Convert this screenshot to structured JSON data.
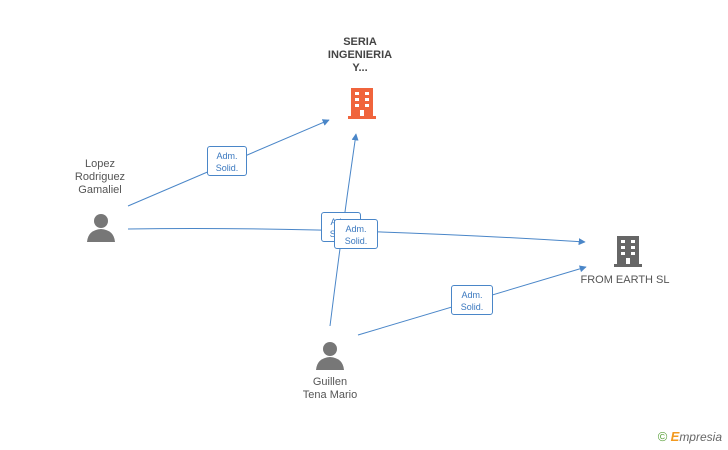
{
  "nodes": {
    "seria": {
      "label_lines": [
        "SERIA",
        "INGENIERIA",
        "Y..."
      ],
      "type": "company",
      "color": "#f0643c"
    },
    "from_earth": {
      "label": "FROM EARTH SL",
      "type": "company",
      "color": "#666666"
    },
    "lopez": {
      "label_lines": [
        "Lopez",
        "Rodriguez",
        "Gamaliel"
      ],
      "type": "person"
    },
    "guillen": {
      "label_lines": [
        "Guillen",
        "Tena Mario"
      ],
      "type": "person"
    }
  },
  "edges": [
    {
      "from": "lopez",
      "to": "seria",
      "role_lines": [
        "Adm.",
        "Solid."
      ]
    },
    {
      "from": "lopez",
      "to": "from_earth",
      "role_lines": [
        "Adm.",
        "Solid."
      ]
    },
    {
      "from": "guillen",
      "to": "seria",
      "role_lines": [
        "Adm.",
        "Solid."
      ]
    },
    {
      "from": "guillen",
      "to": "from_earth",
      "role_lines": [
        "Adm.",
        "Solid."
      ]
    }
  ],
  "colors": {
    "edge": "#4a86c8",
    "person_icon": "#777777"
  },
  "brand": {
    "copyright": "©",
    "name_first": "E",
    "name_rest": "mpresia"
  }
}
